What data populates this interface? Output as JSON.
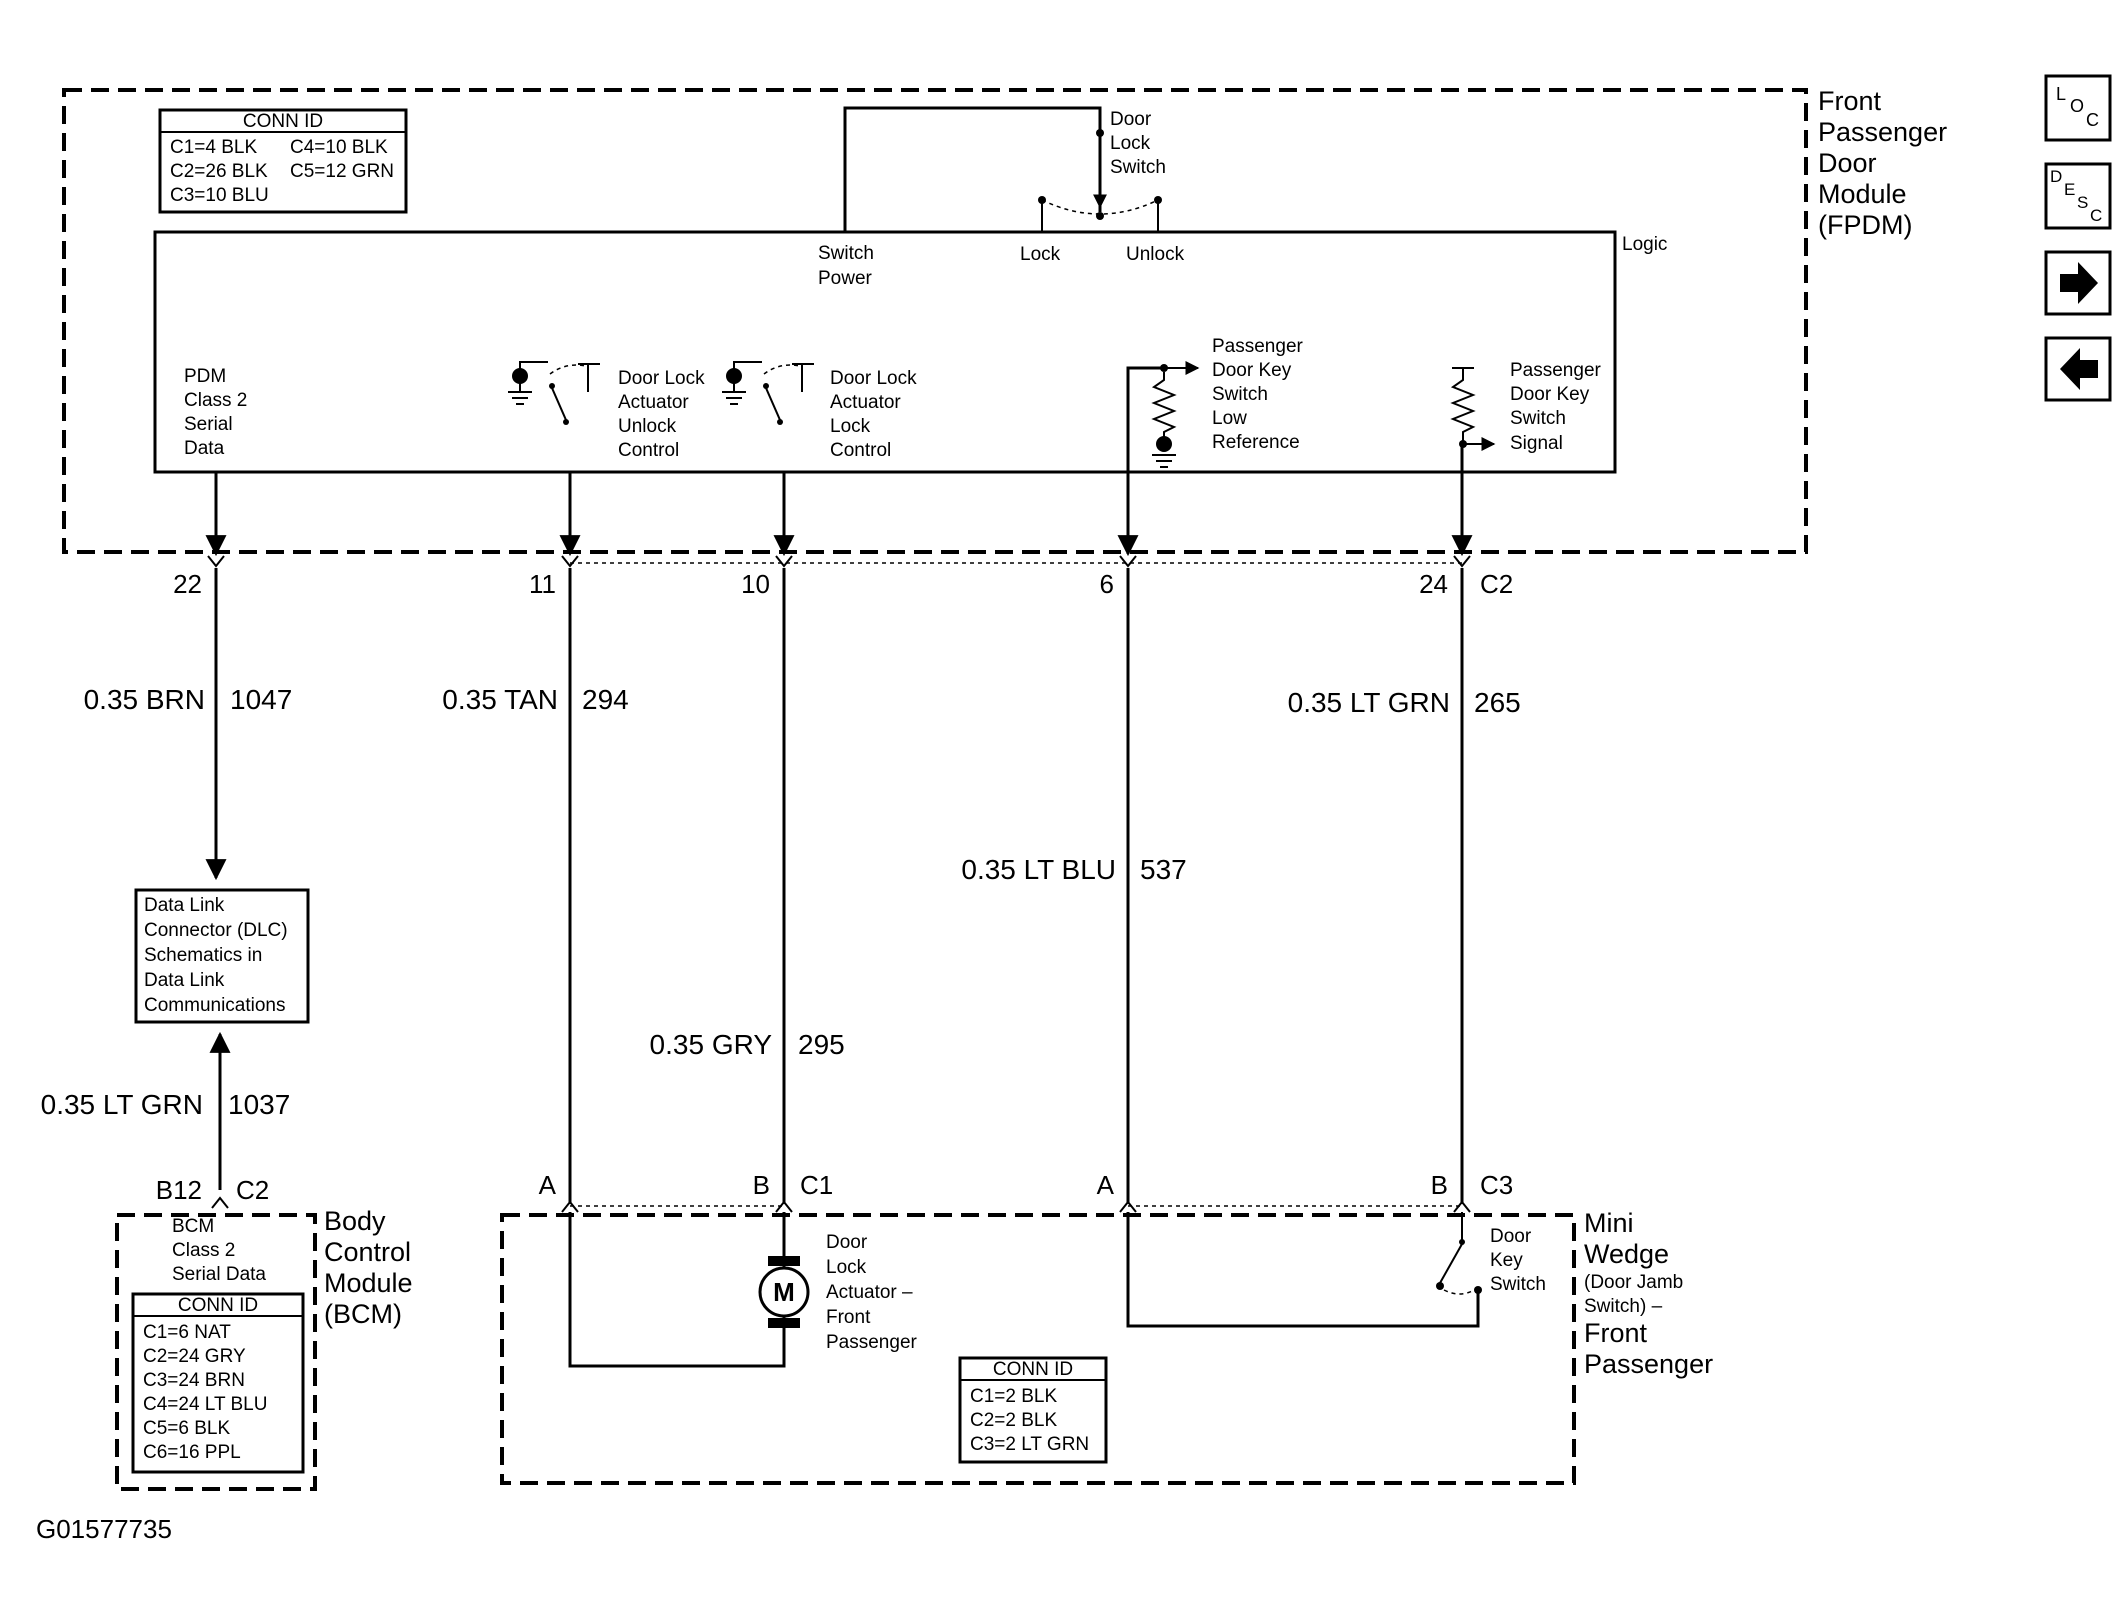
{
  "fpdm": {
    "title": [
      "Front",
      "Passenger",
      "Door",
      "Module",
      "(FPDM)"
    ],
    "conn_id": {
      "header": "CONN ID",
      "rows": [
        "C1=4 BLK",
        "C4=10 BLK",
        "C2=26 BLK",
        "C5=12 GRN",
        "C3=10 BLU"
      ]
    },
    "logic_label": "Logic",
    "switch": {
      "name": [
        "Door",
        "Lock",
        "Switch"
      ],
      "power": [
        "Switch",
        "Power"
      ],
      "lock": "Lock",
      "unlock": "Unlock"
    },
    "pdm_data": [
      "PDM",
      "Class 2",
      "Serial",
      "Data"
    ],
    "unlock_control": [
      "Door Lock",
      "Actuator",
      "Unlock",
      "Control"
    ],
    "lock_control": [
      "Door Lock",
      "Actuator",
      "Lock",
      "Control"
    ],
    "low_ref": [
      "Passenger",
      "Door Key",
      "Switch",
      "Low",
      "Reference"
    ],
    "key_signal": [
      "Passenger",
      "Door Key",
      "Switch",
      "Signal"
    ]
  },
  "pins_c2": {
    "p22": "22",
    "p11": "11",
    "p10": "10",
    "p6": "6",
    "p24": "24",
    "conn": "C2"
  },
  "wires": {
    "w1047": {
      "color": "0.35 BRN",
      "circuit": "1047"
    },
    "w294": {
      "color": "0.35 TAN",
      "circuit": "294"
    },
    "w295": {
      "color": "0.35 GRY",
      "circuit": "295"
    },
    "w537": {
      "color": "0.35 LT BLU",
      "circuit": "537"
    },
    "w265": {
      "color": "0.35 LT GRN",
      "circuit": "265"
    },
    "w1037": {
      "color": "0.35 LT GRN",
      "circuit": "1037"
    }
  },
  "dlc": [
    "Data Link",
    "Connector (DLC)",
    "Schematics in",
    "Data Link",
    "Communications"
  ],
  "bcm": {
    "pin": "B12",
    "conn": "C2",
    "title": [
      "Body",
      "Control",
      "Module",
      "(BCM)"
    ],
    "data": [
      "BCM",
      "Class 2",
      "Serial Data"
    ],
    "conn_id": {
      "header": "CONN ID",
      "rows": [
        "C1=6 NAT",
        "C2=24 GRY",
        "C3=24 BRN",
        "C4=24 LT BLU",
        "C5=6 BLK",
        "C6=16 PPL"
      ]
    }
  },
  "actuator": {
    "pin_a": "A",
    "pin_b": "B",
    "conn": "C1",
    "motor": "M",
    "name": [
      "Door",
      "Lock",
      "Actuator –",
      "Front",
      "Passenger"
    ]
  },
  "mini_wedge": {
    "pin_a": "A",
    "pin_b": "B",
    "conn": "C3",
    "switch_name": [
      "Door",
      "Key",
      "Switch"
    ],
    "title": [
      "Mini",
      "Wedge"
    ],
    "subtitle": [
      "(Door Jamb",
      "Switch) –"
    ],
    "title2": [
      "Front",
      "Passenger"
    ],
    "conn_id": {
      "header": "CONN ID",
      "rows": [
        "C1=2 BLK",
        "C2=2 BLK",
        "C3=2 LT GRN"
      ]
    }
  },
  "figure_id": "G01577735",
  "nav": [
    {
      "name": "loc-button",
      "icon": "loc-icon"
    },
    {
      "name": "desc-button",
      "icon": "desc-icon"
    },
    {
      "name": "next-button",
      "icon": "arrow-right-icon"
    },
    {
      "name": "prev-button",
      "icon": "arrow-left-icon"
    }
  ]
}
